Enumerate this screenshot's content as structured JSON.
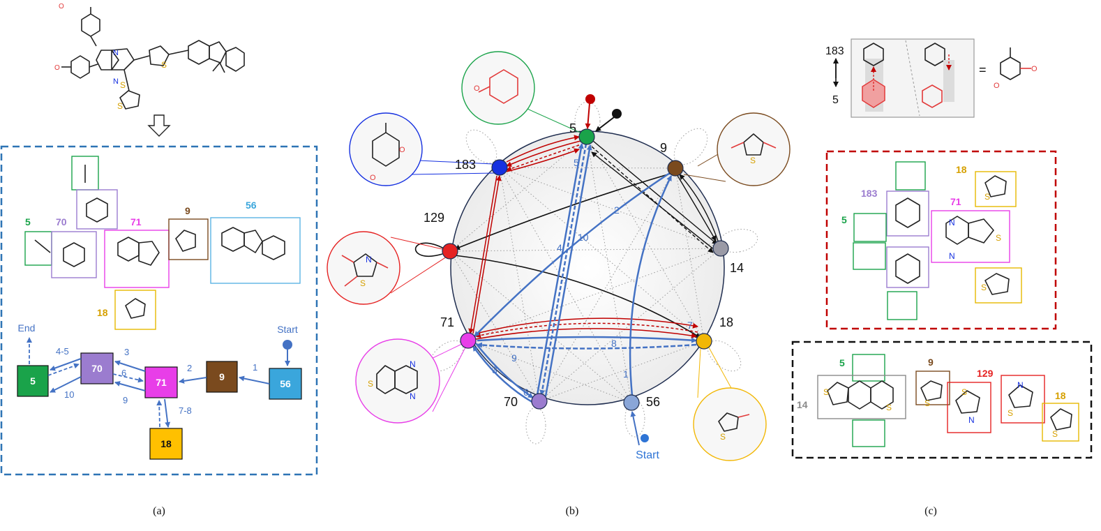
{
  "panel_a": {
    "caption": "(a)",
    "fragment_labels": {
      "f5": "5",
      "f70": "70",
      "f71": "71",
      "f9": "9",
      "f56": "56",
      "f18": "18"
    },
    "atom_S": "S",
    "atom_N": "N",
    "flow": {
      "end_label": "End",
      "start_label": "Start",
      "nodes": {
        "n5": "5",
        "n70": "70",
        "n71": "71",
        "n9": "9",
        "n56": "56",
        "n18": "18"
      },
      "edges": {
        "e1": "1",
        "e2": "2",
        "e3": "3",
        "e45": "4-5",
        "e6": "6",
        "e78": "7-8",
        "e9": "9",
        "e10": "10"
      }
    }
  },
  "panel_b": {
    "caption": "(b)",
    "start_label": "Start",
    "nodes": {
      "n5": "5",
      "n9": "9",
      "n14": "14",
      "n18": "18",
      "n56": "56",
      "n70": "70",
      "n71": "71",
      "n129": "129",
      "n183": "183"
    },
    "edge_labels": {
      "e1": "1",
      "e2": "2",
      "e3": "3",
      "e4": "4",
      "e5": "5",
      "e6": "6",
      "e7": "7",
      "e8": "8",
      "e9": "9",
      "e10": "10"
    },
    "colors": {
      "n5": "#1aa34a",
      "n9": "#7a4a1e",
      "n14": "#9a9aa6",
      "n18": "#f2b705",
      "n56": "#8aa6d8",
      "n70": "#9b7ccf",
      "n71": "#e83ee8",
      "n129": "#e52222",
      "n183": "#1530e0"
    }
  },
  "panel_c": {
    "caption": "(c)",
    "equivalence": {
      "top": "183",
      "bottom": "5",
      "equals": "="
    },
    "red_box_labels": {
      "f18": "18",
      "f183": "183",
      "f71": "71",
      "f5": "5"
    },
    "black_box_labels": {
      "f5": "5",
      "f14": "14",
      "f9": "9",
      "f129": "129",
      "f18": "18"
    }
  }
}
